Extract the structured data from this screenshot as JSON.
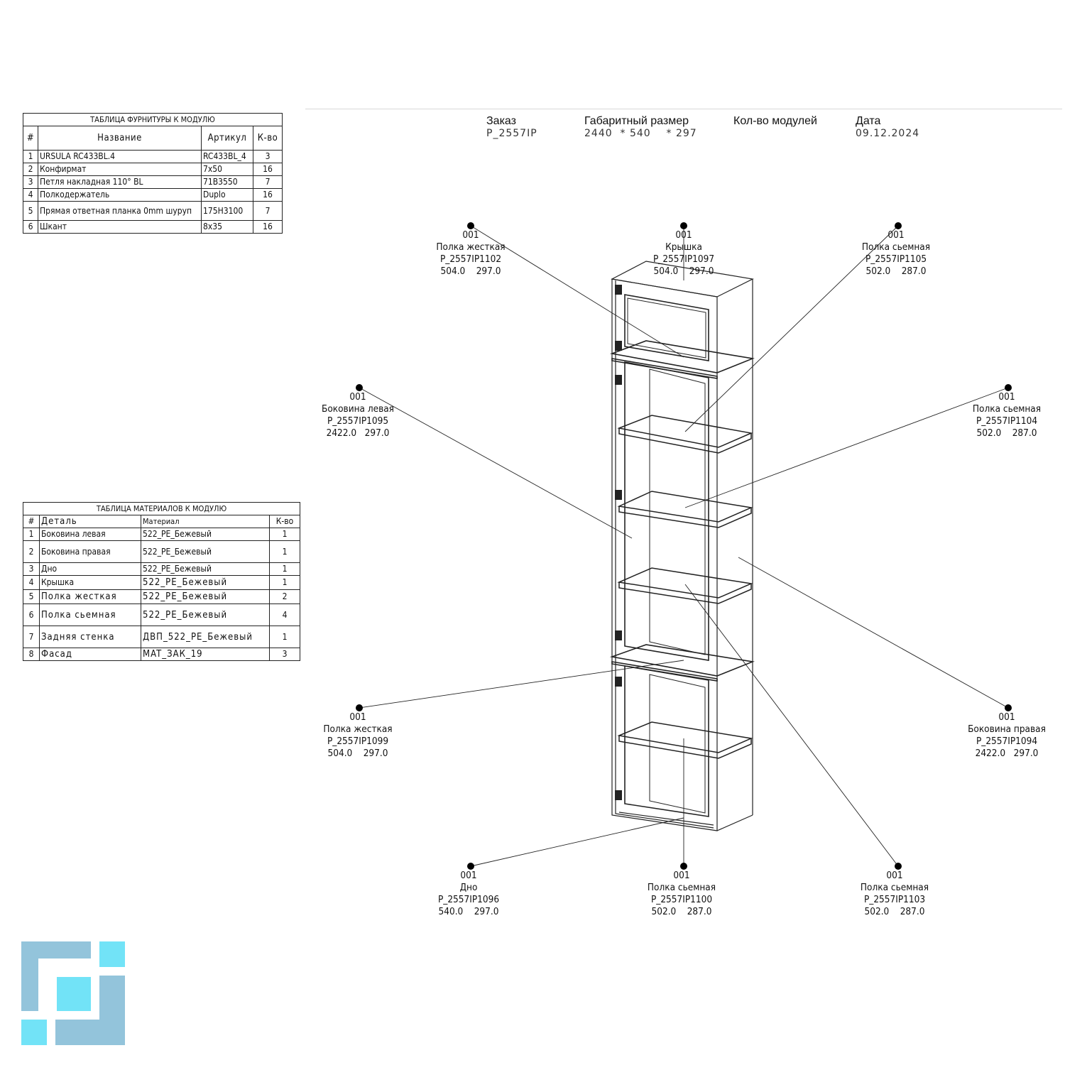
{
  "header": {
    "order": {
      "label": "Заказ",
      "value": "P_2557IP"
    },
    "size": {
      "label": "Габаритный размер",
      "value": "2440  * 540    * 297"
    },
    "modules": {
      "label": "Кол-во модулей",
      "value": ""
    },
    "date": {
      "label": "Дата",
      "value": "09.12.2024"
    }
  },
  "hardware_table": {
    "title": "ТАБЛИЦА ФУРНИТУРЫ К МОДУЛЮ",
    "columns": [
      "#",
      "Название",
      "Артикул",
      "К-во"
    ],
    "rows": [
      {
        "n": "1",
        "name": "URSULA RC433BL.4",
        "art": "RC433BL_4",
        "qty": "3"
      },
      {
        "n": "2",
        "name": "Конфирмат",
        "art": "7x50",
        "qty": "16"
      },
      {
        "n": "3",
        "name": "Петля накладная 110° BL",
        "art": "71B3550",
        "qty": "7"
      },
      {
        "n": "4",
        "name": "Полкодержатель",
        "art": "Duplo",
        "qty": "16"
      },
      {
        "n": "5",
        "name": "Прямая ответная планка 0mm шуруп",
        "art": "175H3100",
        "qty": "7"
      },
      {
        "n": "6",
        "name": "Шкант",
        "art": "8x35",
        "qty": "16"
      }
    ]
  },
  "materials_table": {
    "title": "ТАБЛИЦА МАТЕРИАЛОВ К МОДУЛЮ",
    "columns": [
      "#",
      "Деталь",
      "Материал",
      "К-во"
    ],
    "rows": [
      {
        "n": "1",
        "part": "Боковина левая",
        "mat": "522_PE_Бежевый",
        "qty": "1"
      },
      {
        "n": "2",
        "part": "Боковина правая",
        "mat": "522_PE_Бежевый",
        "qty": "1"
      },
      {
        "n": "3",
        "part": "Дно",
        "mat": "522_PE_Бежевый",
        "qty": "1"
      },
      {
        "n": "4",
        "part": "Крышка",
        "mat": "522_PE_Бежевый",
        "qty": "1"
      },
      {
        "n": "5",
        "part": "Полка жесткая",
        "mat": "522_PE_Бежевый",
        "qty": "2"
      },
      {
        "n": "6",
        "part": "Полка сьемная",
        "mat": "522_PE_Бежевый",
        "qty": "4"
      },
      {
        "n": "7",
        "part": "Задняя стенка",
        "mat": "ДВП_522_PE_Бежевый",
        "qty": "1"
      },
      {
        "n": "8",
        "part": "Фасад",
        "mat": "MAT_ЗАК_19",
        "qty": "3"
      }
    ]
  },
  "callouts": [
    {
      "id": "001",
      "name": "Полка жесткая",
      "code": "P_2557IP1102",
      "dims": "504.0    297.0"
    },
    {
      "id": "001",
      "name": "Крышка",
      "code": "P_2557IP1097",
      "dims": "504.0    297.0"
    },
    {
      "id": "001",
      "name": "Полка сьемная",
      "code": "P_2557IP1105",
      "dims": "502.0    287.0"
    },
    {
      "id": "001",
      "name": "Боковина левая",
      "code": "P_2557IP1095",
      "dims": "2422.0   297.0"
    },
    {
      "id": "001",
      "name": "Полка сьемная",
      "code": "P_2557IP1104",
      "dims": "502.0    287.0"
    },
    {
      "id": "001",
      "name": "Полка жесткая",
      "code": "P_2557IP1099",
      "dims": "504.0    297.0"
    },
    {
      "id": "001",
      "name": "Боковина правая",
      "code": "P_2557IP1094",
      "dims": "2422.0   297.0"
    },
    {
      "id": "001",
      "name": "Дно",
      "code": "P_2557IP1096",
      "dims": "540.0    297.0"
    },
    {
      "id": "001",
      "name": "Полка сьемная",
      "code": "P_2557IP1100",
      "dims": "502.0    287.0"
    },
    {
      "id": "001",
      "name": "Полка сьемная",
      "code": "P_2557IP1103",
      "dims": "502.0    287.0"
    }
  ],
  "colors": {
    "logo_dark": "#93c4db",
    "logo_light": "#72e3f7",
    "line": "#222222"
  }
}
